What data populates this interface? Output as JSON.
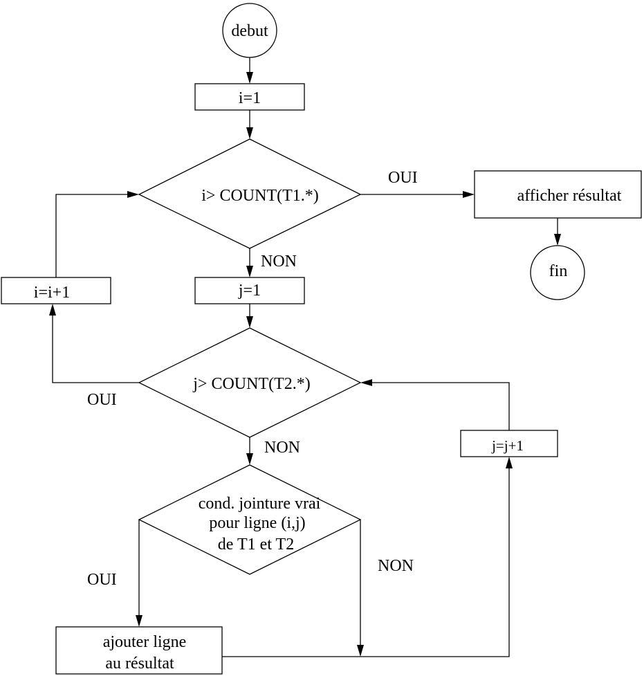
{
  "nodes": {
    "start": "debut",
    "init_i": "i=1",
    "cond_i": "i> COUNT(T1.*)",
    "show_result": "afficher résultat",
    "end": "fin",
    "init_j": "j=1",
    "incr_i": "i=i+1",
    "cond_j": "j> COUNT(T2.*)",
    "incr_j": "j=j+1",
    "join_cond": [
      "cond. jointure vrai",
      "pour ligne (i,j)",
      "de T1 et T2"
    ],
    "add_row": [
      "ajouter ligne",
      "au résultat"
    ]
  },
  "edges": {
    "cond_i_yes": "OUI",
    "cond_i_no": "NON",
    "cond_j_yes": "OUI",
    "cond_j_no": "NON",
    "join_yes": "OUI",
    "join_no": "NON"
  }
}
